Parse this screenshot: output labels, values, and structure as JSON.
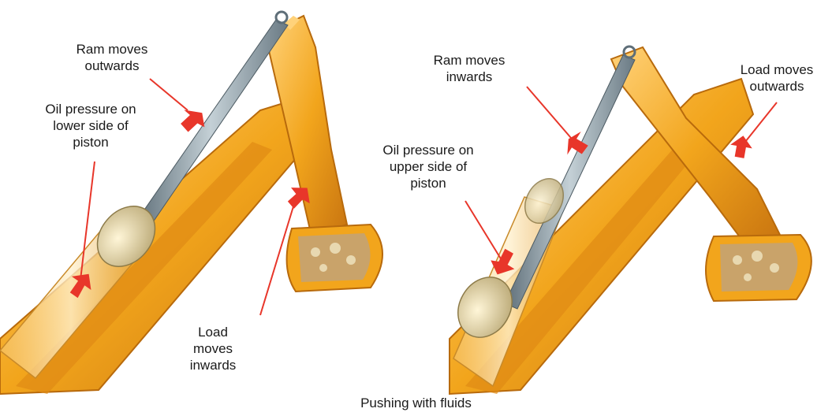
{
  "panels": [
    {
      "id": "left",
      "labels": {
        "ram": "Ram moves\noutwards",
        "pressure": "Oil pressure on\nlower side of\npiston",
        "load": "Load\nmoves\ninwards"
      }
    },
    {
      "id": "right",
      "labels": {
        "ram": "Ram moves\ninwards",
        "pressure": "Oil pressure on\nupper side of\npiston",
        "load": "Load moves\noutwards"
      }
    }
  ],
  "caption": "Pushing with fluids",
  "colors": {
    "arm_main": "#f2a51c",
    "arm_dark": "#c87410",
    "arm_light": "#ffd27a",
    "rod": "#8a9aa4",
    "piston": "#e8d9a8",
    "arrow": "#e8362a",
    "bucket_fill": "#c9a36a"
  }
}
